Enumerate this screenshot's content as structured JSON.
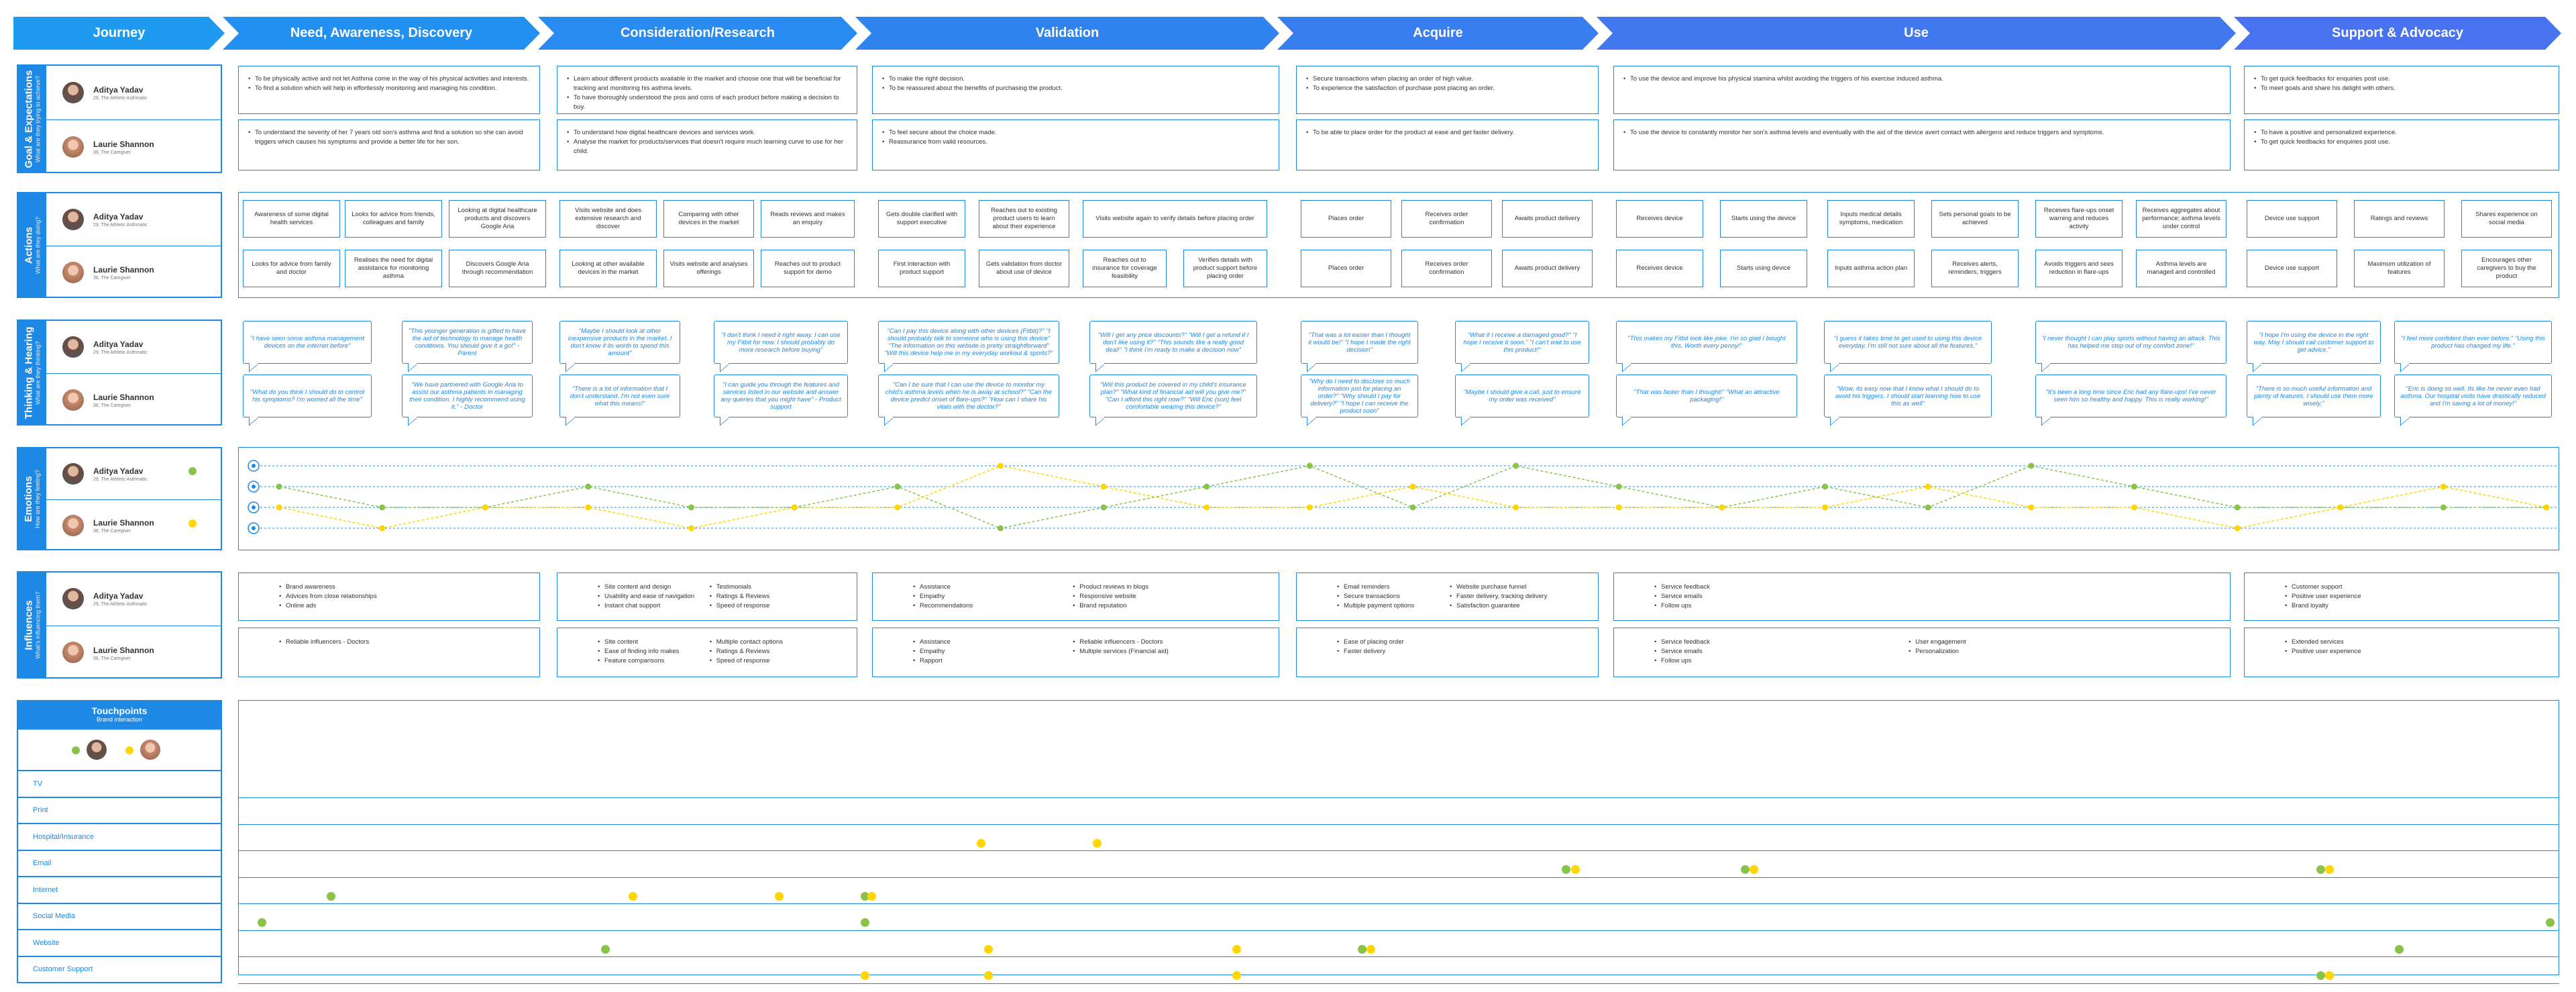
{
  "stages": [
    "Journey",
    "Need, Awareness, Discovery",
    "Consideration/Research",
    "Validation",
    "Acquire",
    "Use",
    "Support & Advocacy"
  ],
  "personas": [
    {
      "name": "Aditya Yadav",
      "role": "29, The Athletic Asthmatic"
    },
    {
      "name": "Laurie Shannon",
      "role": "36, The Caregiver"
    }
  ],
  "sections": {
    "goals": {
      "title": "Goal & Expectations",
      "subtitle": "What are they trying to achieve?"
    },
    "actions": {
      "title": "Actions",
      "subtitle": "What are they doing?"
    },
    "thinking": {
      "title": "Thinking & Hearing",
      "subtitle": "What are they thinking?"
    },
    "emotions": {
      "title": "Emotions",
      "subtitle": "How are they feeling?"
    },
    "influences": {
      "title": "Influences",
      "subtitle": "What's influencing them?"
    }
  },
  "goals": {
    "a": [
      [
        "To be physically active and not let Asthma come in the way of his physical activities and interests.",
        "To find a solution which will help in effortlessly monitoring and managing his condition."
      ],
      [
        "Learn about different products available in the market and choose one that will be beneficial for tracking and monitoring his asthma levels.",
        "To have thoroughly understood the pros and cons of each product before making a decision to buy."
      ],
      [
        "To make the right decision.",
        "To be reassured about the benefits of purchasing the product."
      ],
      [
        "Secure transactions when placing an order of high value.",
        "To experience the satisfaction of purchase post placing an order."
      ],
      [
        "To use the device and improve his physical stamina whilst avoiding the triggers of his exercise induced asthma."
      ],
      [
        "To get quick feedbacks for enquiries post use.",
        "To meet goals and share his delight with others."
      ]
    ],
    "b": [
      [
        "To understand the severity of her 7 years old son's asthma and find a solution so she can avoid triggers which causes his symptoms and provide a better life for her son."
      ],
      [
        "To understand how digital healthcare devices and services work.",
        "Analyse the market for products/services that doesn't require much learning curve to use for her child."
      ],
      [
        "To feel secure about the choice made.",
        "Reassurance from valid resources."
      ],
      [
        "To be able to place order for the product at ease and get faster delivery."
      ],
      [
        "To use the device to constantly monitor her son's asthma levels and eventually with the aid of the device avert contact with allergens and reduce triggers and symptoms."
      ],
      [
        "To have a positive and personalized experience.",
        "To get quick feedbacks for enquiries post use."
      ]
    ]
  },
  "actions": {
    "a": [
      "Awareness of some digital health services",
      "Looks for advice from friends, colleagues and family",
      "Looking at digital healthcare products and discovers Google Aria",
      "Visits website and does extensive research and discover",
      "Comparing with other devices in the market",
      "Reads reviews and makes an enquiry",
      "Gets double clarified with support executive",
      "Reaches out to existing product users to learn about their experience",
      "Visits website again to verify details before placing order",
      "Places order",
      "Receives order confirmation",
      "Awaits product delivery",
      "Receives device",
      "Starts using the device",
      "Inputs medical details symptoms, medication",
      "Sets personal goals to be achieved",
      "Receives flare-ups onset warning and reduces activity",
      "Receives aggregates about performance; asthma levels under control",
      "Device use support",
      "Ratings and reviews",
      "Shares experience on social media"
    ],
    "b": [
      "Looks for advice from family and doctor",
      "Realises the need for digital assistance for monitoring asthma",
      "Discovers Google Aria through recommendation",
      "Looking at other available devices in the market",
      "Visits website and analyses offerings",
      "Reaches out to product support for demo",
      "First interaction with product support",
      "Gets validation from doctor about use of device",
      "Reaches out to insurance for coverage feasibility",
      "Verifies details with product support before placing order",
      "Places order",
      "Receives order confirmation",
      "Awaits product delivery",
      "Receives device",
      "Starts using device",
      "Inputs asthma action plan",
      "Receives alerts, reminders, triggers",
      "Avoids triggers and sees reduction in flare-ups",
      "Asthma levels are managed and controlled",
      "Device use support",
      "Maximum utilization of features",
      "Encourages other caregivers to buy the product"
    ]
  },
  "thinking": {
    "a": [
      "\"I have seen some asthma management devices on the internet before\"",
      "\"This younger generation is gifted to have the aid of technology to manage health conditions. You should give it a go!\" - Parent",
      "\"Maybe I should look at other inexpensive products in the market. I don't know if its worth to spend this amount\"",
      "\"I don't think I need it right away. I can use my Fitbit for now. I should probably do more research before buying\"",
      "\"Can I pay this device along with other devices (Fitbit)?\" \"I should probably talk to someone who is using this device\" \"The information on this website is pretty straightforward\" \"Will this device help me in my everyday workout & sports?\"",
      "\"Will I get any price discounts?\" \"Will I get a refund if I don't like using it?\" \"This sounds like a really good deal!\" \"I think I'm ready to make a decision now\"",
      "\"That was a lot easier than I thought it would be!\" \"I hope I made the right decision\"",
      "\"What if I receive a damaged good?\" \"I hope I receive it soon.\" \"I can't wait to use this product!\"",
      "\"This makes my Fitbit look like joke. I'm so glad I bought this. Worth every penny!\"",
      "\"I guess it takes time to get used to using this device everyday. I'm still not sure about all the features.\"",
      "\"I never thought I can play sports without having an attack. This has helped me step out of my comfort zone!\"",
      "\"I hope I'm using the device in the right way. May I should call customer support to get advice.\"",
      "\"I feel more confident than ever before.\" \"Using this product has changed my life.\""
    ],
    "b": [
      "\"What do you think I should do to control his symptoms? I'm worried all the time\"",
      "\"We have partnered with Google Aria to assist our asthma patients in managing their condition. I highly recommend using it.\" - Doctor",
      "\"There is a lot of information that I don't understand. I'm not even sure what this means!\"",
      "\"I can guide you through the features and services listed in our website and answer any queries that you might have\" - Product support",
      "\"Can I be sure that I can use the device to monitor my child's asthma levels when he is away at school?\" \"Can the device predict onset of flare-ups?\" \"How can I share his vitals with the doctor?\"",
      "\"Will this product be covered in my child's insurance plan?\" \"What kind of financial aid will you give me?\" \"Can I afford this right now?\" \"Will Eric (son) feel comfortable wearing this device?\"",
      "\"Why do I need to disclose so much information just for placing an order?\" \"Why should I pay for delivery?\" \"I hope I can receive the product soon\"",
      "\"Maybe I should give a call, just to ensure my order was received\"",
      "\"That was faster than I thought!\" \"What an attractive packaging!\"",
      "\"Wow, its easy now that I know what I should do to avoid his triggers. I should start learning how to use this as well\"",
      "\"It's been a long time since Eric had any flare-ups! I've never seen him so healthy and happy. This is really working!\"",
      "\"There is so much useful information and plenty of features. I should use them more wisely.\"",
      "\"Eric is doing so well. Its like he never even had asthma. Our hospital visits have drastically reduced and I'm saving a lot of money!\""
    ]
  },
  "influences": {
    "a": [
      [
        [
          "Brand awareness",
          "Advices from close relationships",
          "Online ads"
        ]
      ],
      [
        [
          "Site content and design",
          "Usability and ease of navigation",
          "Instant chat support"
        ],
        [
          "Testimonials",
          "Ratings & Reviews",
          "Speed of response"
        ]
      ],
      [
        [
          "Assistance",
          "Empathy",
          "Recommendations"
        ],
        [
          "Product reviews in blogs",
          "Responsive website",
          "Brand reputation"
        ]
      ],
      [
        [
          "Email reminders",
          "Secure transactions",
          "Multiple payment options"
        ],
        [
          "Website purchase funnel",
          "Faster delivery, tracking delivery",
          "Satisfaction guarantee"
        ]
      ],
      [
        [
          "Service feedback",
          "Service emails",
          "Follow ups"
        ]
      ],
      [
        [
          "Customer support",
          "Positive user experience",
          "Brand loyalty"
        ]
      ]
    ],
    "b": [
      [
        [
          "Reliable influencers - Doctors"
        ]
      ],
      [
        [
          "Site content",
          "Ease of finding info makes",
          "Feature comparisons"
        ],
        [
          "Multiple contact options",
          "Ratings & Reviews",
          "Speed of response"
        ]
      ],
      [
        [
          "Assistance",
          "Empathy",
          "Rapport"
        ],
        [
          "Reliable influencers - Doctors",
          "Multiple services (Financial aid)"
        ]
      ],
      [
        [
          "Ease of placing order",
          "Faster delivery"
        ]
      ],
      [
        [
          "Service feedback",
          "Service emails",
          "Follow ups"
        ],
        [
          "User engagement",
          "Personalization"
        ]
      ],
      [
        [
          "Extended services",
          "Positive user experience"
        ]
      ]
    ]
  },
  "touchpoints": {
    "title": "Touchpoints",
    "subtitle": "Brand interaction",
    "channels": [
      "TV",
      "Print",
      "Hospital/Insurance",
      "Email",
      "Internet",
      "Social Media",
      "Website",
      "Customer Support"
    ],
    "dots": [
      {
        "ch": 2,
        "x": 0.32,
        "p": "b"
      },
      {
        "ch": 2,
        "x": 0.37,
        "p": "b"
      },
      {
        "ch": 3,
        "x": 0.572,
        "p": "a"
      },
      {
        "ch": 3,
        "x": 0.576,
        "p": "b"
      },
      {
        "ch": 3,
        "x": 0.649,
        "p": "a"
      },
      {
        "ch": 3,
        "x": 0.653,
        "p": "b"
      },
      {
        "ch": 3,
        "x": 0.897,
        "p": "a"
      },
      {
        "ch": 3,
        "x": 0.901,
        "p": "b"
      },
      {
        "ch": 4,
        "x": 0.04,
        "p": "a"
      },
      {
        "ch": 4,
        "x": 0.17,
        "p": "b"
      },
      {
        "ch": 4,
        "x": 0.233,
        "p": "b"
      },
      {
        "ch": 4,
        "x": 0.27,
        "p": "a"
      },
      {
        "ch": 4,
        "x": 0.27,
        "p": "b",
        "off": 1
      },
      {
        "ch": 5,
        "x": 0.01,
        "p": "a"
      },
      {
        "ch": 5,
        "x": 0.27,
        "p": "a"
      },
      {
        "ch": 5,
        "x": 0.996,
        "p": "a"
      },
      {
        "ch": 6,
        "x": 0.158,
        "p": "a"
      },
      {
        "ch": 6,
        "x": 0.323,
        "p": "b"
      },
      {
        "ch": 6,
        "x": 0.43,
        "p": "b"
      },
      {
        "ch": 6,
        "x": 0.484,
        "p": "a"
      },
      {
        "ch": 6,
        "x": 0.488,
        "p": "b"
      },
      {
        "ch": 6,
        "x": 0.931,
        "p": "a"
      },
      {
        "ch": 7,
        "x": 0.27,
        "p": "b"
      },
      {
        "ch": 7,
        "x": 0.323,
        "p": "b"
      },
      {
        "ch": 7,
        "x": 0.43,
        "p": "b"
      },
      {
        "ch": 7,
        "x": 0.897,
        "p": "a"
      },
      {
        "ch": 7,
        "x": 0.901,
        "p": "b"
      }
    ]
  },
  "emotions": {
    "levels": 4,
    "a": [
      1,
      2,
      2,
      1,
      2,
      2,
      1,
      3,
      2,
      1,
      0,
      2,
      0,
      1,
      2,
      1,
      2,
      0,
      1,
      2,
      2,
      2,
      2
    ],
    "b": [
      2,
      3,
      2,
      2,
      3,
      2,
      2,
      0,
      1,
      2,
      2,
      1,
      2,
      2,
      2,
      2,
      1,
      2,
      2,
      3,
      2,
      1,
      2
    ]
  },
  "colors": {
    "blue": "#1e88e5",
    "a": "#8bc34a",
    "b": "#ffd600"
  }
}
